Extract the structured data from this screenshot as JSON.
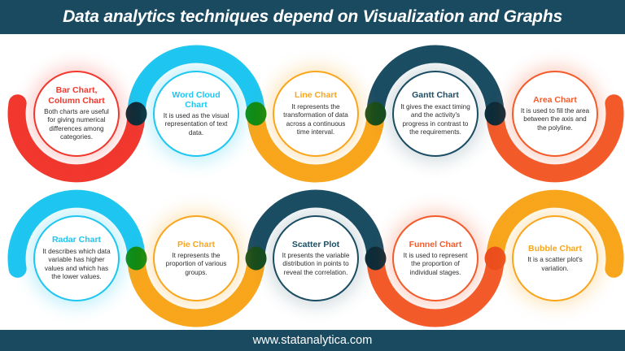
{
  "header": {
    "title": "Data analytics techniques depend on Visualization and Graphs"
  },
  "footer": {
    "url": "www.statanalytica.com"
  },
  "palette": {
    "bar_color": "#1A4A5F",
    "red": "#F1382F",
    "cyan": "#1EC6F0",
    "amber": "#F8A61D",
    "dark_teal": "#1B4D63",
    "orange_red": "#F35B2B",
    "green_dot": "#108A10",
    "dark_green_dot": "#184D1C",
    "navy_dot": "#0E2C38",
    "orange_dot": "#ED4E1E"
  },
  "nodes": [
    {
      "title": "Bar Chart, Column Chart",
      "desc": "Both charts are useful for giving numerical differences among categories.",
      "color": "#F1382F",
      "halo": "rgba(241,56,47,0.22)"
    },
    {
      "title": "Word Cloud Chart",
      "desc": "It is used as the visual representation of text data.",
      "color": "#1EC6F0",
      "halo": "rgba(30,198,240,0.25)"
    },
    {
      "title": "Line Chart",
      "desc": "It represents the transformation of data across a continuous time interval.",
      "color": "#F8A61D",
      "halo": "rgba(248,166,29,0.25)"
    },
    {
      "title": "Gantt Chart",
      "desc": "It gives the exact timing and the activity's progress in contrast to the requirements.",
      "color": "#1B4D63",
      "halo": "rgba(27,77,99,0.18)"
    },
    {
      "title": "Area Chart",
      "desc": "It is used to fill the area between the axis and the polyline.",
      "color": "#F35B2B",
      "halo": "rgba(243,91,43,0.25)"
    },
    {
      "title": "Radar Chart",
      "desc": "It describes which data variable has higher values and which has the lower values.",
      "color": "#1EC6F0",
      "halo": "rgba(30,198,240,0.25)"
    },
    {
      "title": "Pie Chart",
      "desc": "It represents the proportion of various groups.",
      "color": "#F8A61D",
      "halo": "rgba(248,166,29,0.25)"
    },
    {
      "title": "Scatter Plot",
      "desc": "It presents the variable distribution in points to reveal the correlation.",
      "color": "#1B4D63",
      "halo": "rgba(27,77,99,0.18)"
    },
    {
      "title": "Funnel Chart",
      "desc": "It is used to represent the proportion of individual stages.",
      "color": "#F35B2B",
      "halo": "rgba(243,91,43,0.25)"
    },
    {
      "title": "Bubble Chart",
      "desc": "It is a scatter plot's variation.",
      "color": "#F8A61D",
      "halo": "rgba(248,166,29,0.25)"
    }
  ],
  "dots": [
    {
      "color": "#0E2C38"
    },
    {
      "color": "#108A10"
    },
    {
      "color": "#184D1C"
    },
    {
      "color": "#0E2C38"
    },
    {
      "color": "#108A10"
    },
    {
      "color": "#184D1C"
    },
    {
      "color": "#0E2C38"
    },
    {
      "color": "#ED4E1E"
    }
  ]
}
